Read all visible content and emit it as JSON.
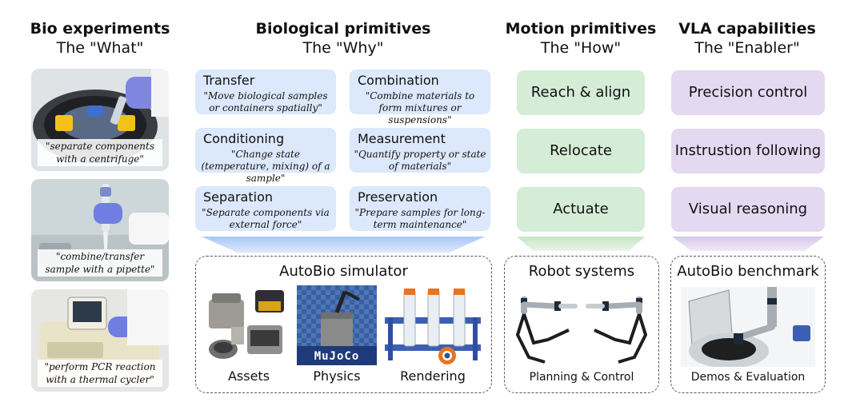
{
  "columns": {
    "bio": {
      "title": "Bio experiments",
      "subtitle": "The \"What\""
    },
    "bioprim": {
      "title": "Biological primitives",
      "subtitle": "The \"Why\""
    },
    "motion": {
      "title": "Motion primitives",
      "subtitle": "The \"How\""
    },
    "vla": {
      "title": "VLA capabilities",
      "subtitle": "The \"Enabler\""
    }
  },
  "experiments": [
    {
      "caption": "\"separate components with a centrifuge\""
    },
    {
      "caption": "\"combine/transfer sample with a pipette\""
    },
    {
      "caption": "\"perform PCR reaction with a thermal cycler\""
    }
  ],
  "primitives": [
    {
      "title": "Transfer",
      "desc": "\"Move biological samples or containers spatially\""
    },
    {
      "title": "Combination",
      "desc": "\"Combine materials to form mixtures or suspensions\""
    },
    {
      "title": "Conditioning",
      "desc": "\"Change state (temperature, mixing) of a sample\""
    },
    {
      "title": "Measurement",
      "desc": "\"Quantify property or state of materials\""
    },
    {
      "title": "Separation",
      "desc": "\"Separate components via external force\""
    },
    {
      "title": "Preservation",
      "desc": "\"Prepare samples for long-term maintenance\""
    }
  ],
  "motion_primitives": [
    "Reach & align",
    "Relocate",
    "Actuate"
  ],
  "vla_capabilities": [
    "Precision control",
    "Instrustion following",
    "Visual reasoning"
  ],
  "simulator": {
    "title": "AutoBio simulator",
    "items": [
      "Assets",
      "Physics",
      "Rendering"
    ],
    "physics_logo": "MuJoCo"
  },
  "robot": {
    "title": "Robot systems",
    "label": "Planning & Control"
  },
  "benchmark": {
    "title": "AutoBio benchmark",
    "label": "Demos & Evaluation"
  },
  "colors": {
    "primitive_bg": "#dce8fb",
    "motion_bg": "#d5ecd6",
    "vla_bg": "#e4d9f0",
    "funnel_blue": "#b8d2f6",
    "funnel_green": "#cfe8cf",
    "funnel_purple": "#ddd0ec"
  }
}
